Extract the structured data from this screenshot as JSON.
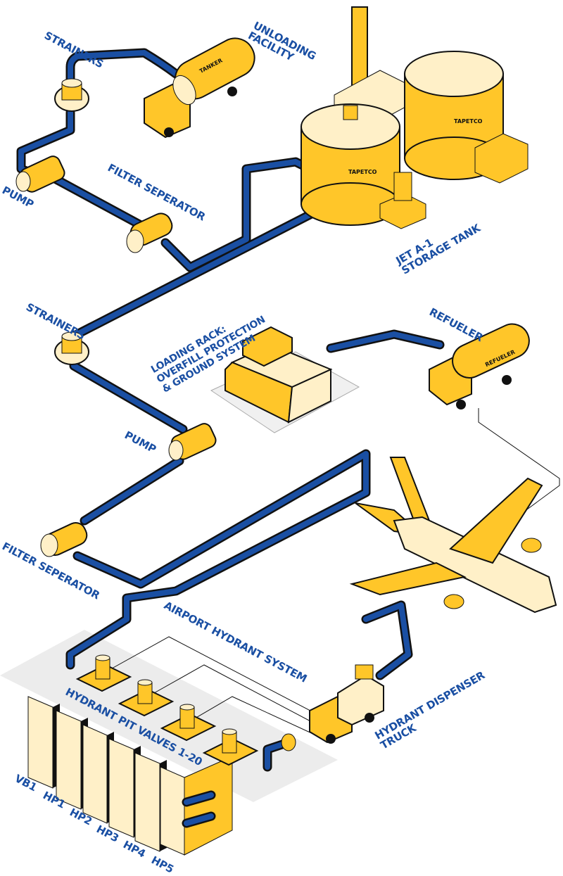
{
  "labels": {
    "strainers_top": "STRAINERS",
    "unloading_1": "UNLOADING",
    "unloading_2": "FACILITY",
    "filter_top": "FILTER SEPERATOR",
    "pump_top": "PUMP",
    "storage_1": "JET A-1",
    "storage_2": "STORAGE TANK",
    "strainers_mid": "STRAINERS",
    "rack_1": "LOADING RACK:",
    "rack_2": "OVERFILL PROTECTION",
    "rack_3": "& GROUND SYSTEM",
    "refueler": "REFUELER",
    "pump_mid": "PUMP",
    "filter_mid": "FILTER SEPERATOR",
    "hydrant_system": "AIRPORT HYDRANT SYSTEM",
    "dispenser_1": "HYDRANT DISPENSER",
    "dispenser_2": "TRUCK",
    "pit_valves": "HYDRANT PIT VALVES 1-20",
    "pits": [
      "VB1",
      "HP1",
      "HP2",
      "HP3",
      "HP4",
      "HP5"
    ]
  },
  "tags": {
    "tank1": "TAPETCO",
    "tank2": "TAPETCO",
    "tanker": "TANKER",
    "refueler_truck": "REFUELER"
  },
  "colors": {
    "pipe": "#1a4fa3",
    "yellow": "#ffc629",
    "cream": "#fff0c8",
    "dark": "#111111"
  }
}
